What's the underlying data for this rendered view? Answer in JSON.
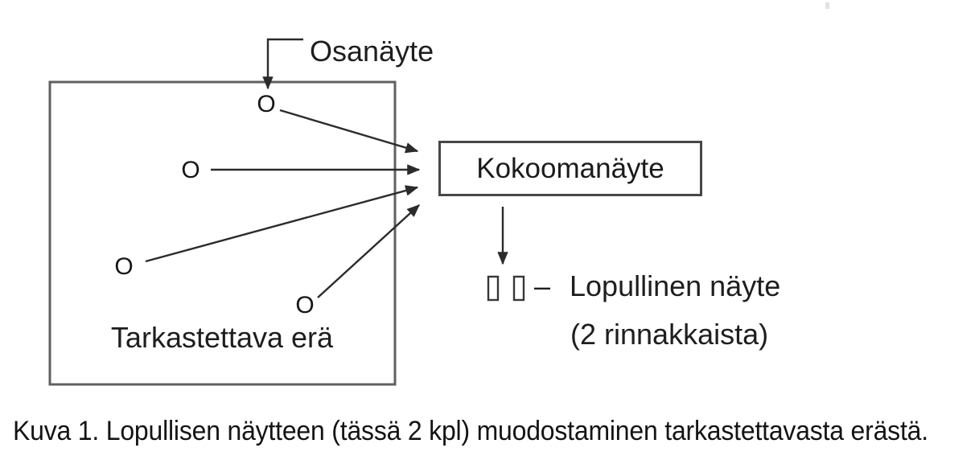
{
  "diagram": {
    "osanayte_label": "Osanäyte",
    "batch_box_label": "Tarkastettava erä",
    "composite_box_label": "Kokoomanäyte",
    "sample_markers": [
      "O",
      "O",
      "O",
      "O"
    ],
    "final_sample": {
      "dash": "–",
      "label": "Lopullinen näyte",
      "sublabel": "(2 rinnakkaista)"
    }
  },
  "caption": "Kuva 1. Lopullisen näytteen (tässä 2 kpl) muodostaminen tarkastettavasta erästä.",
  "colors": {
    "background": "#ffffff",
    "text": "#1e1e1e",
    "arrow_line": "#2b2b2b",
    "batch_box_border": "#606060",
    "composite_box_border": "#474747"
  }
}
